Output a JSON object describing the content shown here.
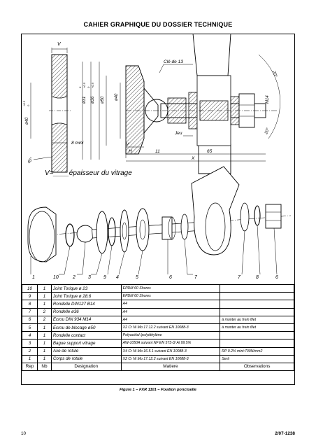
{
  "header": {
    "title": "CAHIER GRAPHIQUE DU DOSSIER TECHNIQUE"
  },
  "drawing": {
    "dims": {
      "V_top": "V",
      "d40": "ø40",
      "d40_tol": "+0.5",
      "d40_tol2": "0",
      "d31": "ø31",
      "d31_tol": "+0.5",
      "d31_tol2": "0",
      "d36": "ø36",
      "d36_tol": "+0.5",
      "d36_tol2": "0",
      "d50": "ø50",
      "d40b": "ø40",
      "angle45": "45°",
      "eight_mini": "8 mini",
      "cle": "Clé de 13",
      "m14": "M14",
      "jeu": "Jeu",
      "v_bottom": "V",
      "h": "H",
      "eleven": "11",
      "sixtyfive": "65",
      "x": "X",
      "angle20a": "20°",
      "angle20b": "20°"
    },
    "formula": "V=____épaisseur du vitrage",
    "callouts": [
      "1",
      "10",
      "2",
      "3",
      "9",
      "4",
      "5",
      "6",
      "7",
      "7",
      "8",
      "6"
    ]
  },
  "parts_table": {
    "headers": {
      "rep": "Rep",
      "nb": "Nb",
      "designation": "Designation",
      "matiere": "Matiere",
      "observations": "Observations"
    },
    "rows": [
      {
        "rep": "10",
        "nb": "1",
        "designation": "Joint Torique ø 23",
        "matiere": "EPDM 60 Shores",
        "observations": ""
      },
      {
        "rep": "9",
        "nb": "1",
        "designation": "Joint Torique ø 28.6",
        "matiere": "EPDM 60 Shores",
        "observations": ""
      },
      {
        "rep": "8",
        "nb": "1",
        "designation": "Rondelle DIN127 B14",
        "matiere": "A4",
        "observations": ""
      },
      {
        "rep": "7",
        "nb": "2",
        "designation": "Rondelle ø36",
        "matiere": "A4",
        "observations": ""
      },
      {
        "rep": "6",
        "nb": "2",
        "designation": "Ecrou DIN 934 M14",
        "matiere": "A4",
        "observations": "à monter au frein filet"
      },
      {
        "rep": "5",
        "nb": "1",
        "designation": "Ecrou de blocage ø50",
        "matiere": "X2 Cr Ni Mo 17.12.2 suivant EN 10088-3",
        "observations": "à monter au frein filet"
      },
      {
        "rep": "4",
        "nb": "1",
        "designation": "Rondelle contact",
        "matiere": "Polyacétal /polyéthylène",
        "observations": ""
      },
      {
        "rep": "3",
        "nb": "1",
        "designation": "Bague support vitrage",
        "matiere": "AW-1050A suivant NF EN 573-3/ Al 99.5%",
        "observations": ""
      },
      {
        "rep": "2",
        "nb": "1",
        "designation": "Axe de rotule",
        "matiere": "X4 Cr Ni Mo 16.5.1 suivant EN 10088-3",
        "observations": "RP 0.2% mini:700N/mm2"
      },
      {
        "rep": "1",
        "nb": "1",
        "designation": "Corps de rotule",
        "matiere": "X2 Cr Ni Mo 17.12.2 suivant EN 10088-3",
        "observations": "Serti"
      }
    ]
  },
  "caption": "Figure 1 – FXR 1101 – Fixation ponctuelle",
  "footer": {
    "page_number": "10",
    "doc_ref": "2/07-1238"
  }
}
